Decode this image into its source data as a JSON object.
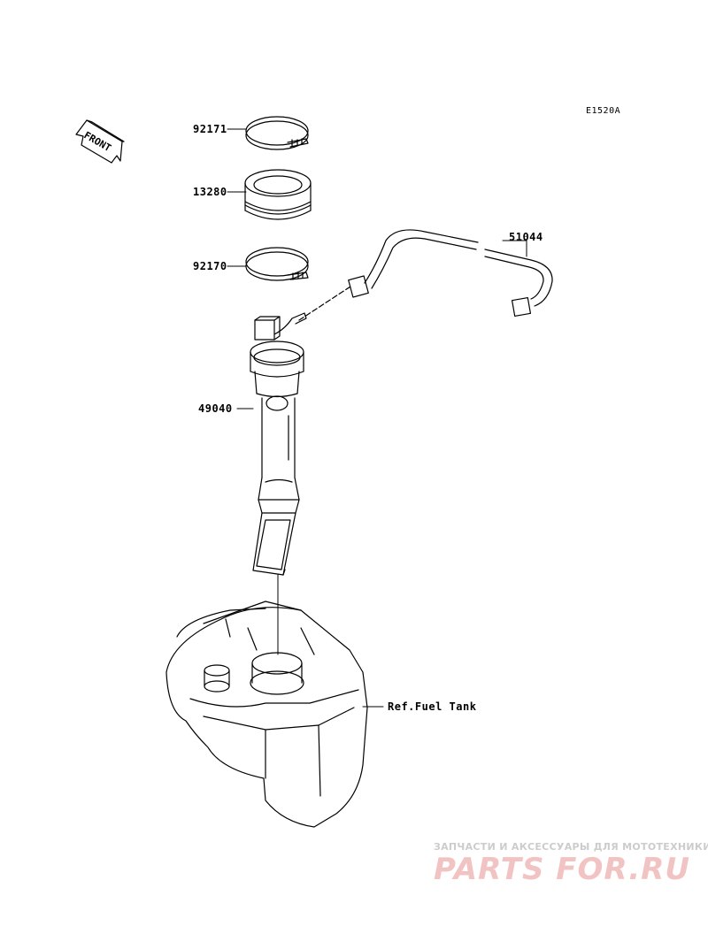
{
  "diagram": {
    "code": "E1520A",
    "front_label": "FRONT",
    "parts": [
      {
        "number": "92171"
      },
      {
        "number": "13280"
      },
      {
        "number": "92170"
      },
      {
        "number": "51044"
      },
      {
        "number": "49040"
      }
    ],
    "reference": "Ref.Fuel Tank"
  },
  "watermark": {
    "tagline": "ЗАПЧАСТИ И АКСЕССУАРЫ ДЛЯ МОТОТЕХНИКИ",
    "brand": "PARTS FOR.RU"
  }
}
